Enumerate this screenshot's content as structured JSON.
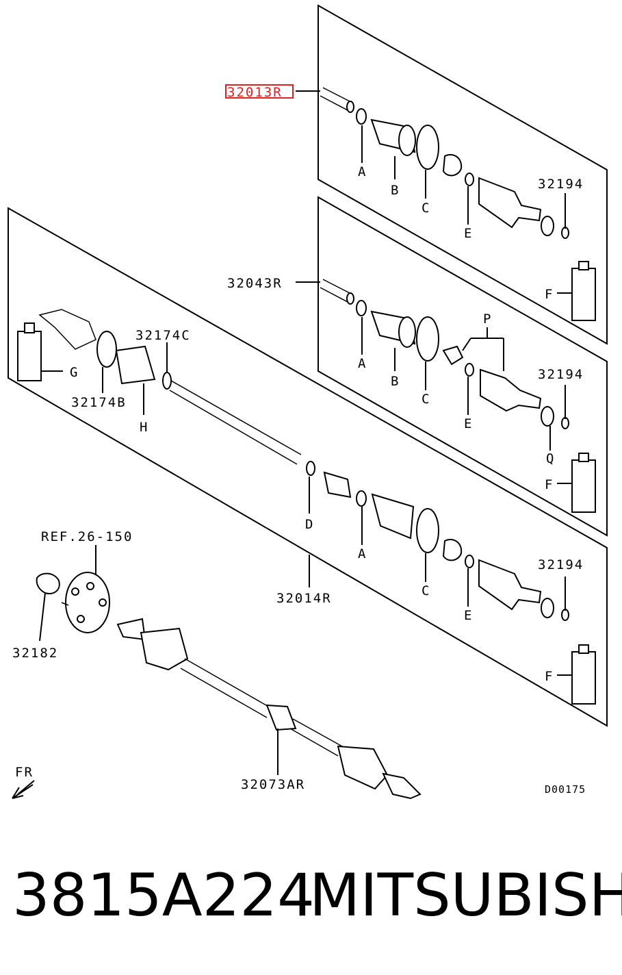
{
  "parts": {
    "top_assembly": "32013R",
    "middle_assembly": "32043R",
    "lower_assembly": "32014R",
    "main_shaft": "32073AR",
    "nut": "32182",
    "ref": "REF.26-150",
    "boot_band_c": "32174C",
    "boot_band_b": "32174B",
    "circlip": "32194"
  },
  "letters": {
    "A": "A",
    "B": "B",
    "C": "C",
    "D": "D",
    "E": "E",
    "F": "F",
    "G": "G",
    "H": "H",
    "P": "P",
    "Q": "Q"
  },
  "direction": "FR",
  "diagram_code": "D00175",
  "caption": {
    "part_number": "3815A224",
    "brand": "MITSUBISHI"
  },
  "colors": {
    "highlight": "#e02020"
  }
}
